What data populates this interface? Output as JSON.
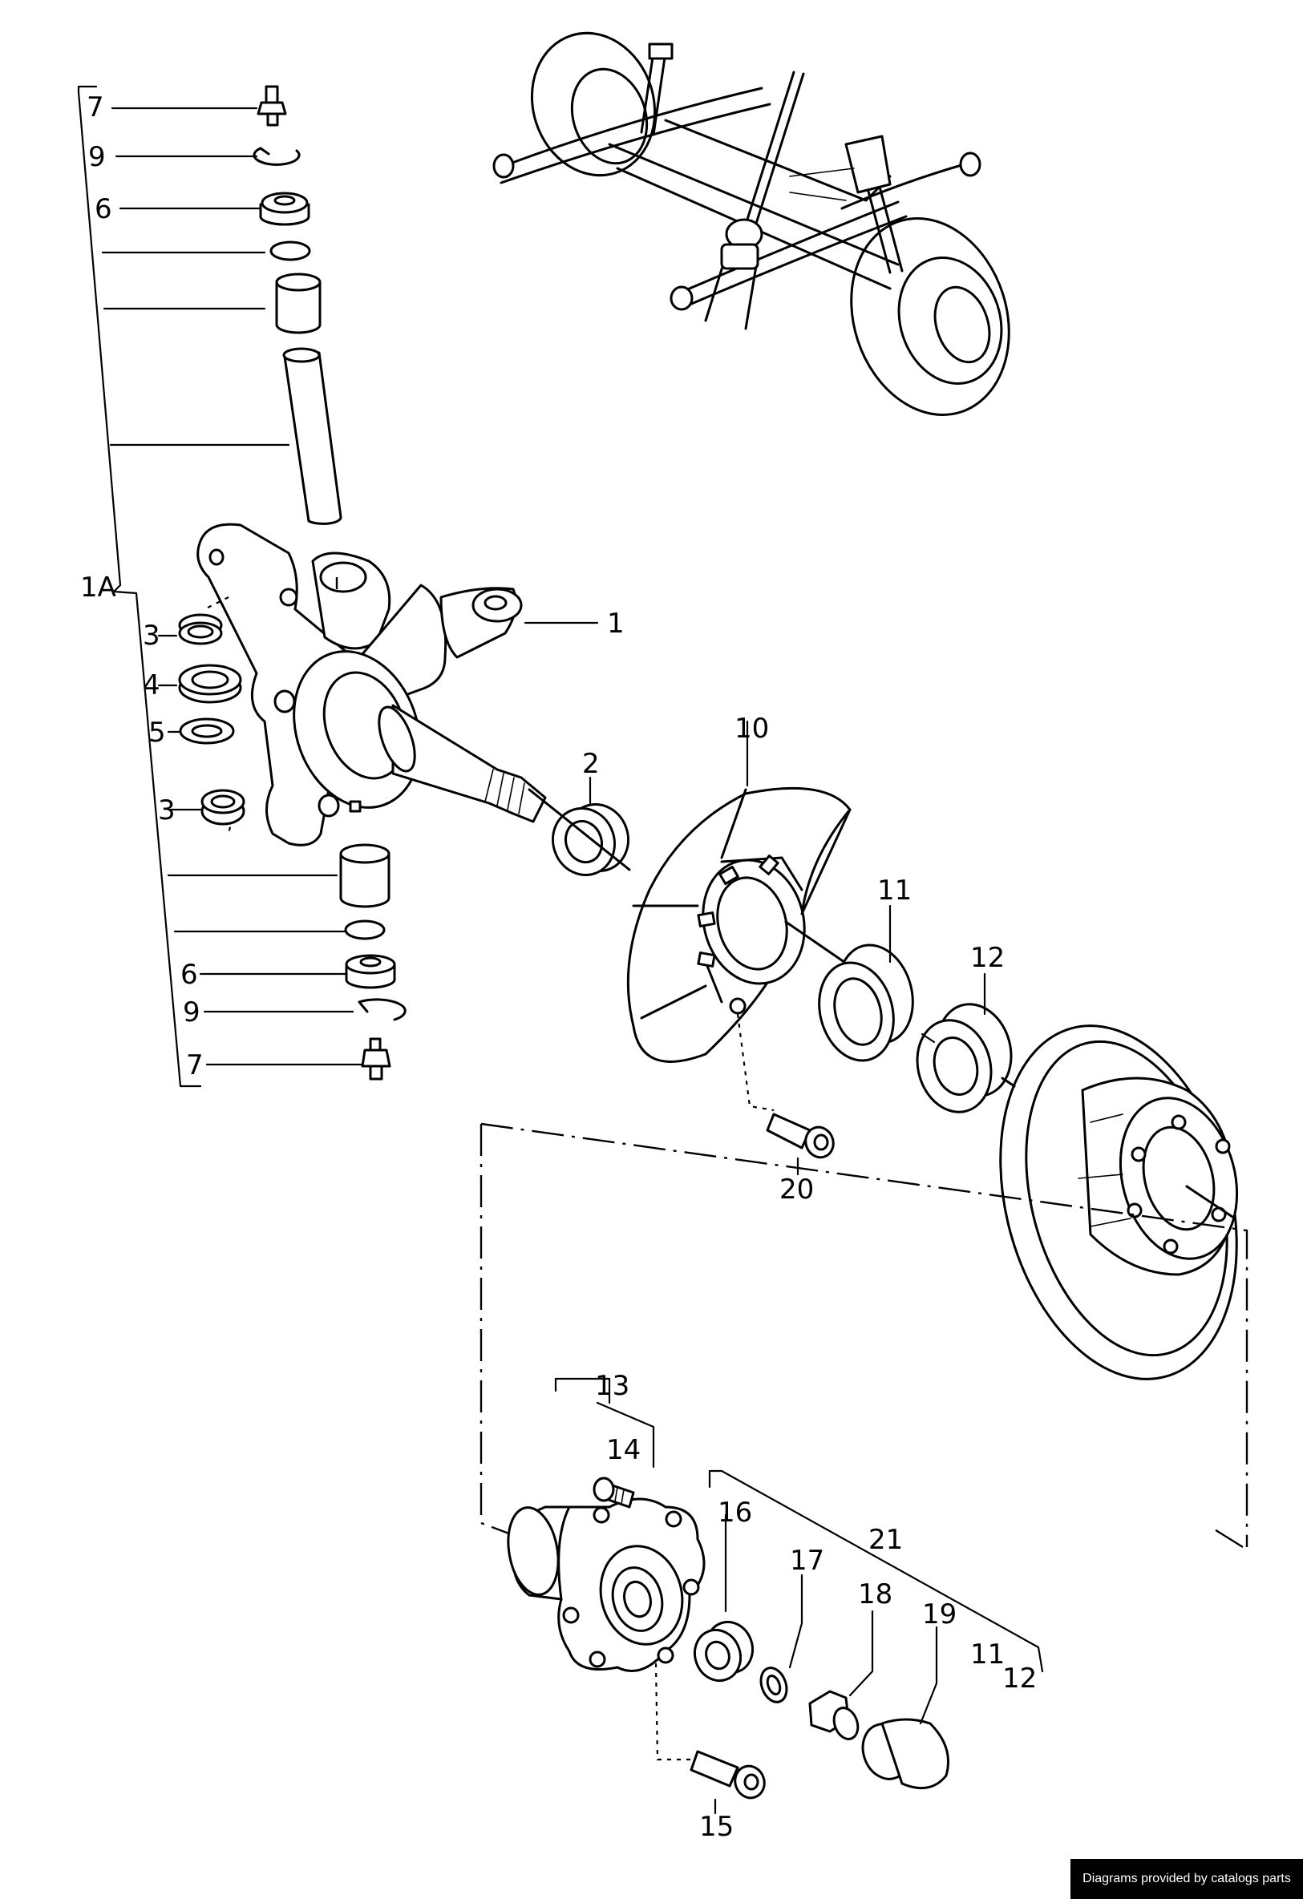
{
  "labels": {
    "l7a": "7",
    "l9a": "9",
    "l6a": "6",
    "l1A": "1A",
    "l3a": "3",
    "l4": "4",
    "l5": "5",
    "l3b": "3",
    "l6b": "6",
    "l9b": "9",
    "l7b": "7",
    "l1": "1",
    "l2": "2",
    "l10": "10",
    "l11": "11",
    "l12": "12",
    "l20": "20",
    "l13": "13",
    "l14": "14",
    "l16": "16",
    "l21": "21",
    "l17": "17",
    "l18": "18",
    "l19": "19",
    "l11b": "11",
    "l12b": "12",
    "l15": "15"
  },
  "credit": "Diagrams provided by catalogs parts"
}
